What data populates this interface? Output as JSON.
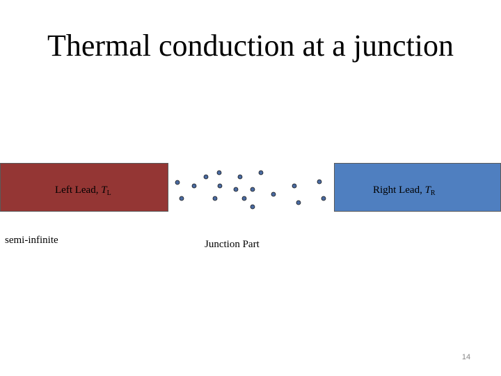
{
  "title": "Thermal conduction at a junction",
  "left_lead": {
    "label_prefix": "Left Lead, ",
    "symbol": "T",
    "subscript": "L",
    "color": "#943634"
  },
  "right_lead": {
    "label_prefix": "Right Lead, ",
    "symbol": "T",
    "subscript": "R",
    "color": "#4f7fc0"
  },
  "left_note": "semi-infinite",
  "junction_label": "Junction  Part",
  "page_number": "14",
  "atom_color": "#4a6aa0"
}
